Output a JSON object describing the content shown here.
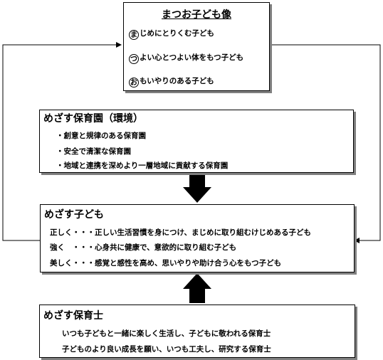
{
  "motto": {
    "title": "まつお子ども像",
    "items": [
      {
        "circled": "ま",
        "rest": "じめにとりくむ子ども"
      },
      {
        "circled": "つ",
        "rest": "よい心とつよい体をもつ子ども"
      },
      {
        "circled": "お",
        "rest": "もいやりのある子ども"
      }
    ]
  },
  "school": {
    "title": "めざす保育園（環境）",
    "items": [
      "・創意と規律のある保育園",
      "・安全で清潔な保育園",
      "・地域と連携を深めより一層地域に貢献する保育園"
    ]
  },
  "child": {
    "title": "めざす子ども",
    "items": [
      "正しく・・・正しい生活習慣を身につけ、まじめに取り組むけじめある子ども",
      "強く　・・・心身共に健康で、意欲的に取り組む子ども",
      "美しく・・・感覚と感性を高め、思いやりや助け合う心をもつ子ども"
    ]
  },
  "teacher": {
    "title": "めざす保育士",
    "items": [
      "いつも子どもと一緒に楽しく生活し、子どもに敬われる保育士",
      "子どものより良い成長を願い、いつも工夫し、研究する保育士"
    ]
  }
}
